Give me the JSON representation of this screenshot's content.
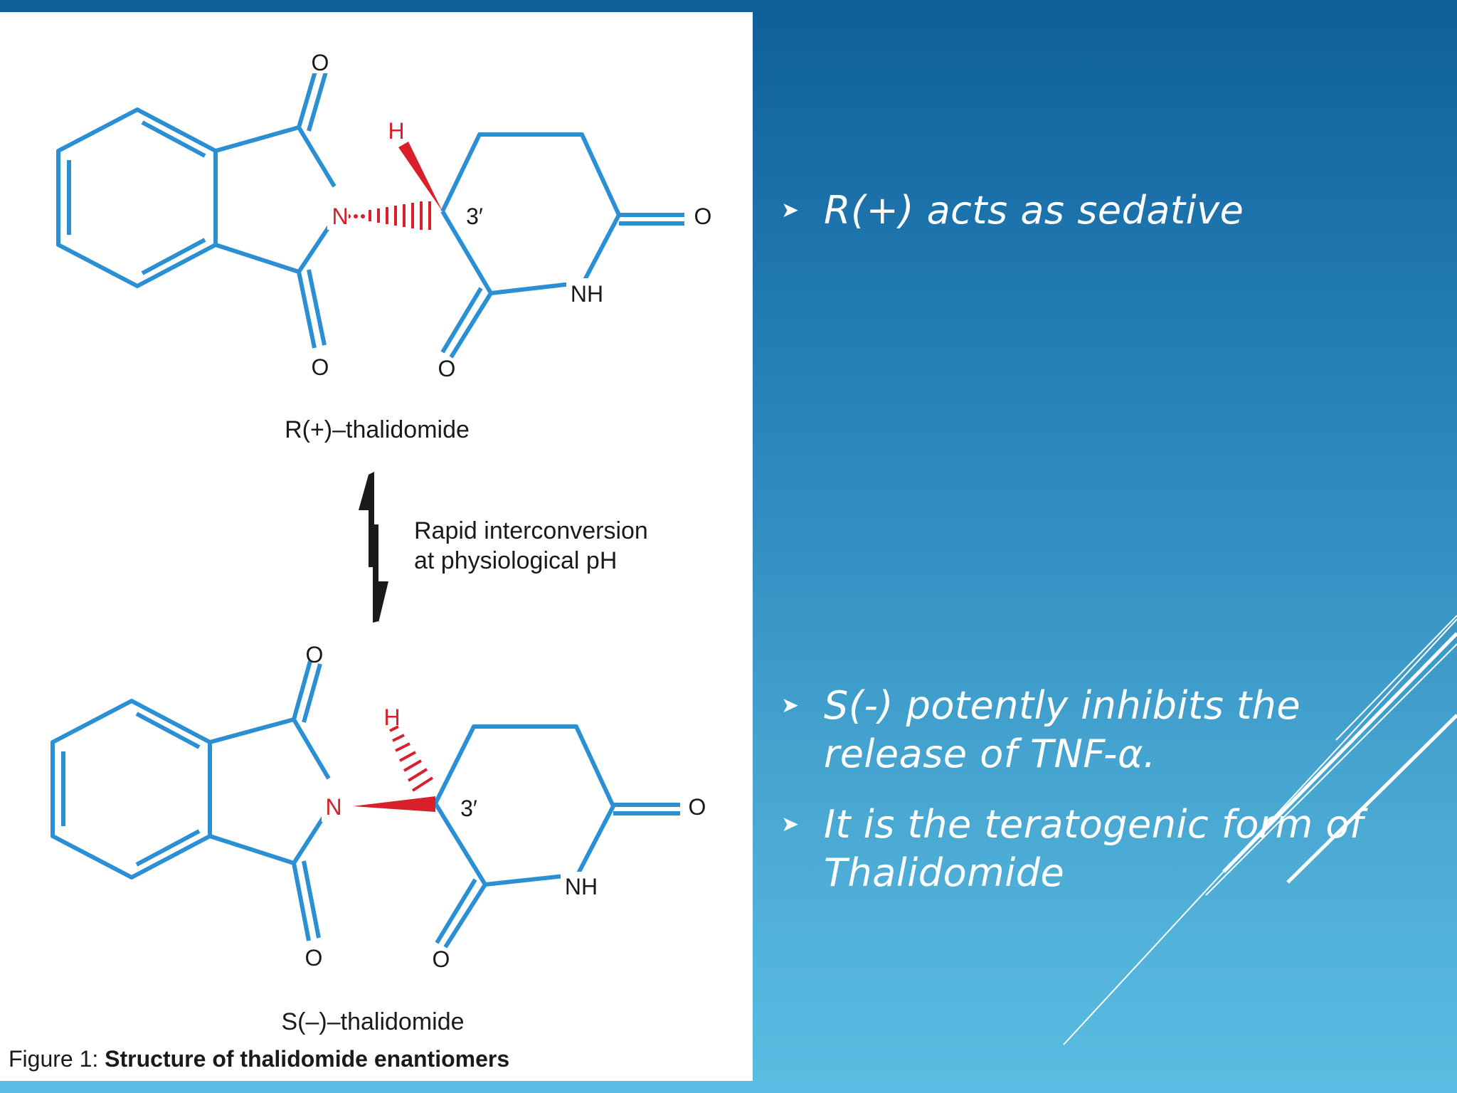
{
  "figure": {
    "top_molecule": {
      "label": "R(+)–thalidomide",
      "atoms": {
        "o_top": "O",
        "o_bottom_left": "O",
        "o_bottom_right": "O",
        "o_right": "O",
        "n": "N",
        "nh": "NH",
        "h": "H",
        "stereo": "3′"
      }
    },
    "equilibrium_note": {
      "line1": "Rapid interconversion",
      "line2": "at physiological pH"
    },
    "bottom_molecule": {
      "label": "S(–)–thalidomide",
      "atoms": {
        "o_top": "O",
        "o_bottom_left": "O",
        "o_bottom_right": "O",
        "o_right": "O",
        "n": "N",
        "nh": "NH",
        "h": "H",
        "stereo": "3′"
      }
    },
    "caption": {
      "prefix": "Figure 1: ",
      "title": "Structure of thalidomide enantiomers"
    },
    "colors": {
      "bond": "#2b8fd3",
      "stereo": "#d8202a",
      "text": "#1a1a1a"
    }
  },
  "bullets": [
    {
      "icon": "arrow-bullet-icon",
      "text": "R(+) acts as sedative"
    },
    {
      "icon": "arrow-bullet-icon",
      "text": "S(-) potently inhibits the release of TNF-α."
    },
    {
      "icon": "arrow-bullet-icon",
      "text": "It is the teratogenic form of Thalidomide"
    }
  ]
}
